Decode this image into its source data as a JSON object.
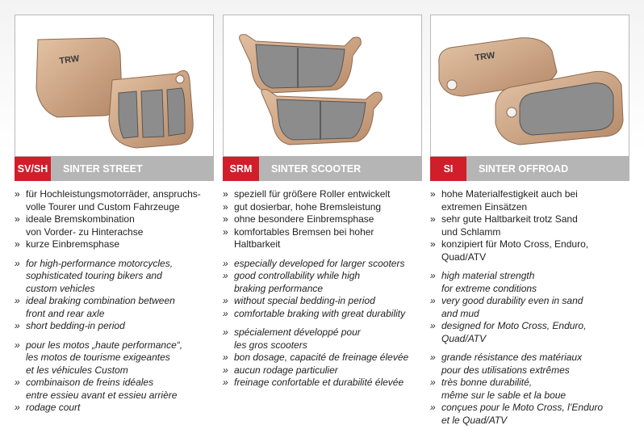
{
  "columns": [
    {
      "code": "SV/SH",
      "name": "SINTER STREET",
      "photo": "street-brake-pads-photo",
      "groups": [
        [
          "für Hochleistungsmotorräder, anspruchs-\nvolle Tourer und Custom Fahrzeuge",
          "ideale Bremskombination\nvon Vorder- zu Hinterachse",
          "kurze Einbremsphase"
        ],
        [
          "for high-performance motorcycles,\nsophisticated touring bikers and\ncustom vehicles",
          "ideal braking combination between\nfront and rear axle",
          "short bedding-in period"
        ],
        [
          "pour les motos „haute performance“,\nles motos de tourisme exigeantes\net les véhicules Custom",
          "combinaison de freins idéales\nentre essieu avant et essieu arrière",
          "rodage court"
        ]
      ]
    },
    {
      "code": "SRM",
      "name": "SINTER SCOOTER",
      "photo": "scooter-brake-pads-photo",
      "groups": [
        [
          "speziell für größere Roller entwickelt",
          "gut dosierbar, hohe Bremsleistung",
          "ohne besondere Einbremsphase",
          "komfortables Bremsen bei hoher\nHaltbarkeit"
        ],
        [
          "especially developed for larger scooters",
          "good controllability while high\nbraking performance",
          "without special bedding-in period",
          "comfortable braking with great durability"
        ],
        [
          "spécialement développé pour\nles gros scooters",
          "bon dosage, capacité de freinage élevée",
          "aucun rodage particulier",
          "freinage confortable et durabilité élevée"
        ]
      ]
    },
    {
      "code": "SI",
      "name": "SINTER OFFROAD",
      "photo": "offroad-brake-pads-photo",
      "groups": [
        [
          "hohe Materialfestigkeit auch bei\nextremen Einsätzen",
          "sehr gute Haltbarkeit trotz Sand\nund Schlamm",
          "konzipiert für Moto Cross, Enduro,\nQuad/ATV"
        ],
        [
          "high material strength\nfor extreme conditions",
          "very good durability even in sand\nand mud",
          "designed for Moto Cross, Enduro,\nQuad/ATV"
        ],
        [
          "grande résistance des matériaux\npour des utilisations extrêmes",
          "très bonne durabilité,\nmême sur le sable et la boue",
          "conçues pour le Moto Cross, l’Enduro\net le Quad/ATV"
        ]
      ]
    }
  ],
  "logo_text": "TRW",
  "colors": {
    "code_red": "#d01e2a",
    "bar_grey": "#b5b5b5",
    "sinter": "#c9a182",
    "pad": "#8d8d8d"
  }
}
